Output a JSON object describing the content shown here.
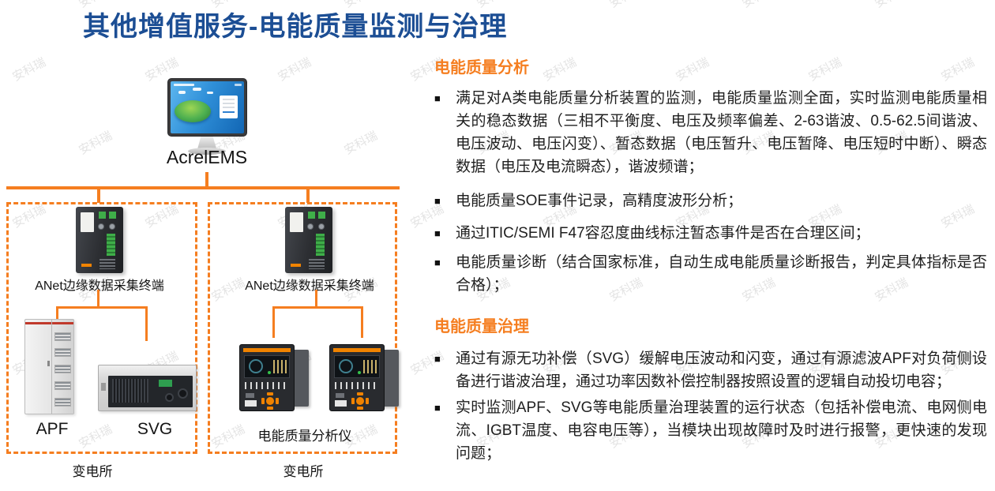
{
  "title": "其他增值服务-电能质量监测与治理",
  "watermark": {
    "text": "安科瑞"
  },
  "bullet_char": "■",
  "colors": {
    "accent_orange": "#F57E20",
    "title_blue": "#1C4E94"
  },
  "diagram": {
    "server_label": "AcrelEMS",
    "left_branch": {
      "terminal_label": "ANet边缘数据采集终端",
      "device1_label": "APF",
      "device2_label": "SVG",
      "site_label": "变电所"
    },
    "right_branch": {
      "terminal_label": "ANet边缘数据采集终端",
      "device_label": "电能质量分析仪",
      "site_label": "变电所"
    }
  },
  "analysis": {
    "heading": "电能质量分析",
    "bullets": [
      "满足对A类电能质量分析装置的监测，电能质量监测全面，实时监测电能质量相关的稳态数据（三相不平衡度、电压及频率偏差、2-63谐波、0.5-62.5间谐波、电压波动、电压闪变）、暂态数据（电压暂升、电压暂降、电压短时中断）、瞬态数据（电压及电流瞬态），谐波频谱；",
      "电能质量SOE事件记录，高精度波形分析；",
      "通过ITIC/SEMI F47容忍度曲线标注暂态事件是否在合理区间；",
      "电能质量诊断（结合国家标准，自动生成电能质量诊断报告，判定具体指标是否合格）；"
    ]
  },
  "treatment": {
    "heading": "电能质量治理",
    "bullets": [
      "通过有源无功补偿（SVG）缓解电压波动和闪变，通过有源滤波APF对负荷侧设备进行谐波治理，通过功率因数补偿控制器按照设置的逻辑自动投切电容；",
      "实时监测APF、SVG等电能质量治理装置的运行状态（包括补偿电流、电网侧电流、IGBT温度、电容电压等），当模块出现故障时及时进行报警，更快速的发现问题；"
    ]
  }
}
